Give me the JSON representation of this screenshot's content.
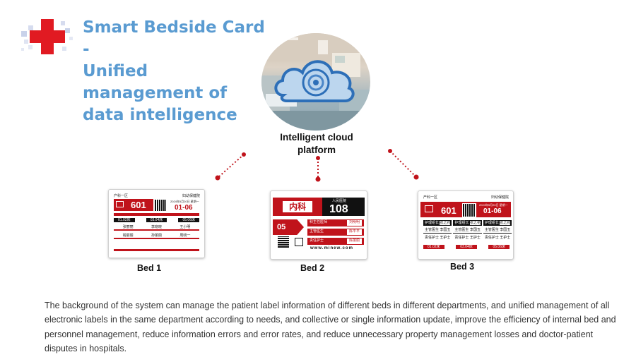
{
  "header": {
    "title_lines": [
      "Smart Bedside Card",
      "-",
      "Unified",
      "management of",
      "data intelligence"
    ]
  },
  "cloud": {
    "label_lines": [
      "Intelligent cloud",
      "platform"
    ]
  },
  "beds": [
    {
      "label": "Bed 1",
      "ward": "产科一区",
      "hospital": "妇幼保健院",
      "bed_number": "601",
      "date": "2024年5月20日 星期一",
      "bed_code": "01-06",
      "columns": [
        "01.02床",
        "03.04床",
        "05.06床"
      ],
      "names": [
        "张丽丽",
        "李晓晓",
        "王小明",
        "钱丽丽",
        "孙丽丽",
        "周晓一"
      ]
    },
    {
      "label": "Bed 2",
      "department": "内科",
      "hospital": "人民医院",
      "bed_number": "108",
      "bed_code": "05",
      "rows": [
        {
          "key": "科主任医师",
          "value": "刘明明"
        },
        {
          "key": "主管医生",
          "value": "陈平平"
        },
        {
          "key": "责任护士",
          "value": "陈丽丽"
        }
      ],
      "website": "www.minew.com"
    },
    {
      "label": "Bed 3",
      "ward": "产科一区",
      "hospital": "妇幼保健院",
      "bed_number": "601",
      "date": "2024年5月20日 星期一",
      "bed_code": "01-06",
      "people": [
        {
          "role": "护理组长",
          "name": "张之花"
        },
        {
          "role": "主管医生",
          "name": "李国玉"
        },
        {
          "role": "责任护士",
          "name": "王护士"
        }
      ],
      "footer": [
        "01.02床",
        "03.04床",
        "05.06床"
      ]
    }
  ],
  "description": "The background of the system can manage the patient label information of different beds in different departments, and unified management of all electronic labels in the same department according to needs, and collective or single information update, improve the efficiency of internal bed and personnel management, reduce information errors and error rates, and reduce unnecessary property management losses and doctor-patient disputes in hospitals.",
  "colors": {
    "title": "#5a9bd1",
    "accent_red": "#c0131b",
    "cloud_blue": "#4a86c8"
  }
}
